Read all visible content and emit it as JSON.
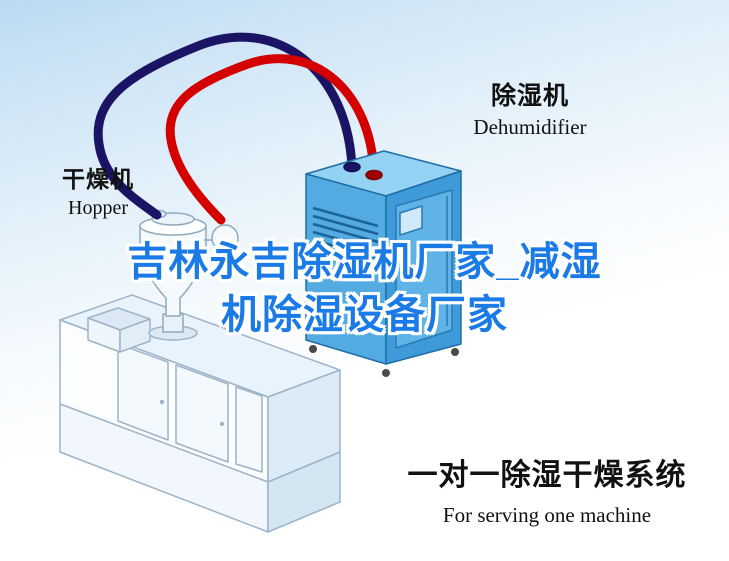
{
  "equipment_labels": {
    "hopper": {
      "cn": "干燥机",
      "en": "Hopper"
    },
    "dehumidifier": {
      "cn": "除湿机",
      "en": "Dehumidifier"
    }
  },
  "headline": {
    "line1": "吉林永吉除湿机厂家_减湿",
    "line2": "机除湿设备厂家"
  },
  "caption": {
    "cn": "一对一除湿干燥系统",
    "en": "For serving one machine"
  },
  "illustration_parts": [
    "extruder-machine",
    "hopper-dryer",
    "cyclone-loader",
    "return-air-hose",
    "supply-air-hose",
    "dehumidifier-unit"
  ],
  "colors": {
    "background_top": "#bcdaf1",
    "headline_blue": "#1a7ae6",
    "hose_red": "#d40000",
    "hose_navy": "#1b1464",
    "dehumidifier_front": "#54abe2",
    "dehumidifier_side": "#3e9ad8",
    "dehumidifier_top": "#93d2f2",
    "label_text": "#111111"
  }
}
